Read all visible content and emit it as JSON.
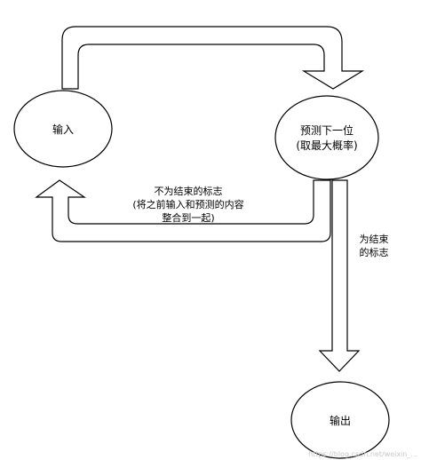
{
  "nodes": {
    "input": {
      "label": "输入"
    },
    "predict": {
      "line1": "预测下一位",
      "line2": "(取最大概率)"
    },
    "output": {
      "label": "输出"
    }
  },
  "edges": {
    "loop_back": {
      "line1": "不为结束的标志",
      "line2": "(将之前输入和预测的内容",
      "line3": "整合到一起)"
    },
    "to_output": {
      "line1": "为结束",
      "line2": "的标志"
    }
  },
  "watermark": "https://blog.csdn.net/weixin_..."
}
